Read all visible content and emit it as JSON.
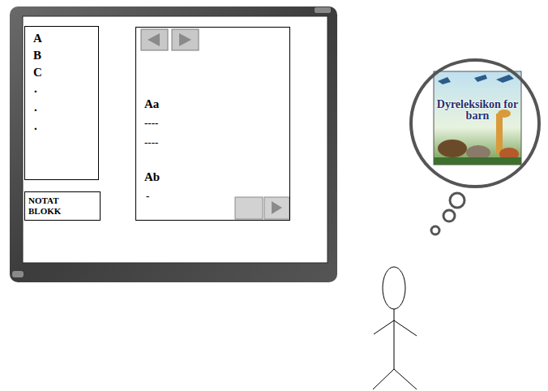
{
  "diagram": {
    "nodes": [
      {
        "text": [
          "A",
          "B",
          "C",
          ".",
          ".",
          "."
        ]
      },
      {
        "text": [
          "NOTAT BLOKK"
        ]
      },
      {
        "text": [
          "Aa",
          "----",
          "----",
          "Ab",
          "-"
        ]
      },
      {
        "text": [
          "Dyreleksikon for barn"
        ]
      }
    ]
  }
}
